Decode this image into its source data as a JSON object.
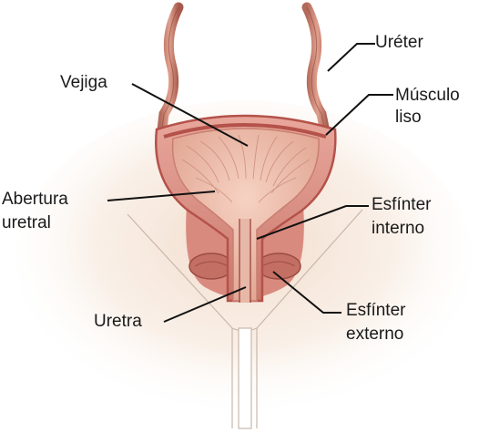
{
  "labels": {
    "ureter": "Uréter",
    "vejiga": "Vejiga",
    "musculo_liso": [
      "Músculo",
      "liso"
    ],
    "abertura_uretral": [
      "Abertura",
      "uretral"
    ],
    "esfinter_interno": [
      "Esfínter",
      "interno"
    ],
    "uretra": "Uretra",
    "esfinter_externo": [
      "Esfínter",
      "externo"
    ]
  },
  "colors": {
    "bladder_wall": "#d98f86",
    "bladder_inner": "#e9b3a5",
    "muscle_dark": "#b4524a",
    "skin_tone": "#f4e3d3",
    "leader_line": "#111111"
  }
}
